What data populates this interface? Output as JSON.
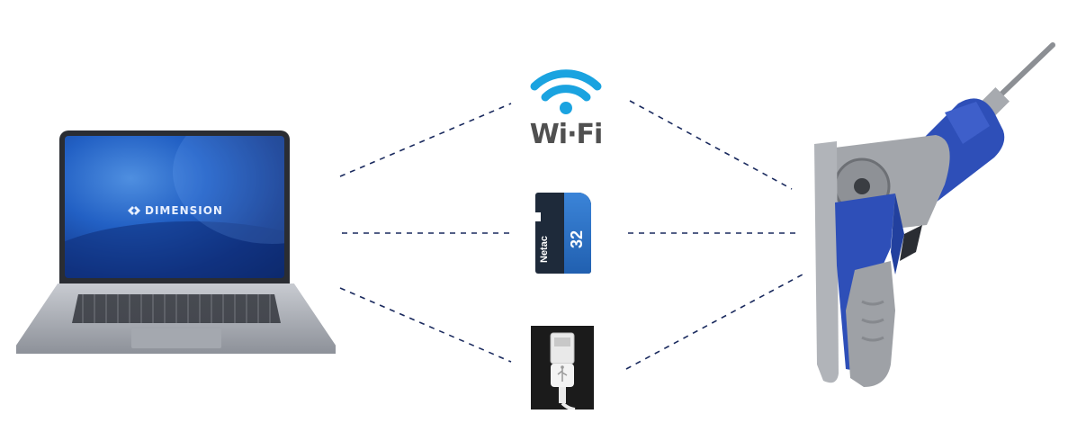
{
  "connections": {
    "wifi": {
      "label": "Wi·Fi",
      "icon": "wifi-icon",
      "color": "#1aa3e0"
    },
    "sd_card": {
      "maker": "Netac",
      "capacity": "32",
      "icon": "microsd-card-icon"
    },
    "usb": {
      "icon": "usb-cable-icon"
    }
  },
  "laptop": {
    "screen_brand": "DIMENSION"
  },
  "colors": {
    "line": "#1a2a5e",
    "device_blue": "#2e4fb8",
    "device_gray": "#9ea1a6"
  }
}
